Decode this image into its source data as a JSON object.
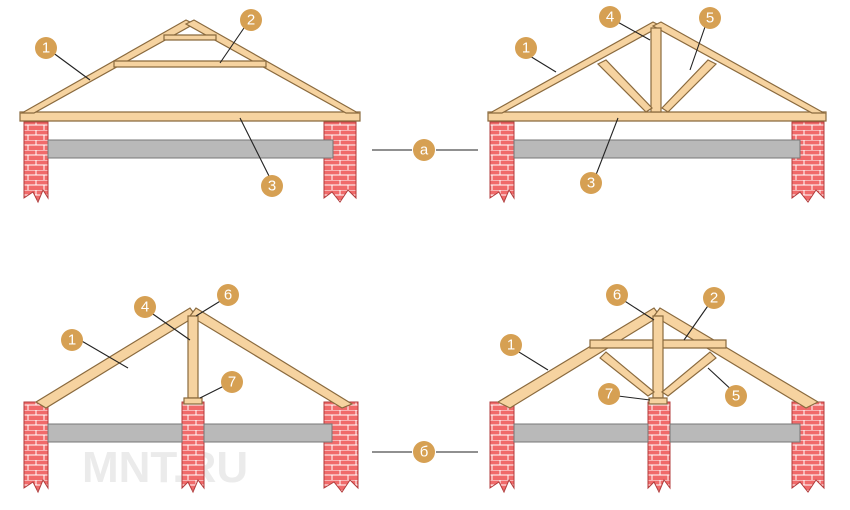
{
  "row_markers": {
    "top": "a",
    "bottom": "б"
  },
  "watermark": "MNT.RU",
  "callouts": {
    "top_left": [
      "1",
      "2",
      "3"
    ],
    "top_right": [
      "1",
      "4",
      "5",
      "3"
    ],
    "bottom_left": [
      "1",
      "4",
      "6",
      "7"
    ],
    "bottom_right": [
      "6",
      "2",
      "1",
      "7",
      "5"
    ]
  },
  "colors": {
    "timber": "#f6d3a0",
    "brick": "#f06a6a",
    "slab": "#b9b9b9",
    "badge": "#d6a053"
  }
}
